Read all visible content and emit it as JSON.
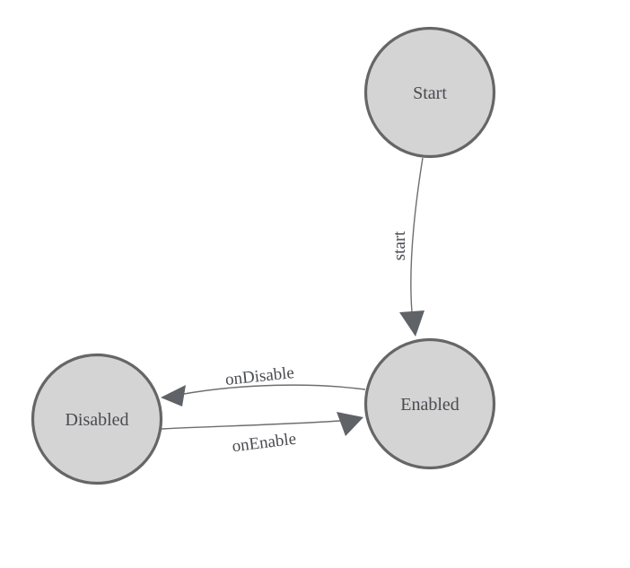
{
  "diagram": {
    "type": "state-machine",
    "states": [
      {
        "id": "start",
        "label": "Start"
      },
      {
        "id": "enabled",
        "label": "Enabled"
      },
      {
        "id": "disabled",
        "label": "Disabled"
      }
    ],
    "transitions": [
      {
        "from": "Start",
        "to": "Enabled",
        "label": "start"
      },
      {
        "from": "Enabled",
        "to": "Disabled",
        "label": "onDisable"
      },
      {
        "from": "Disabled",
        "to": "Enabled",
        "label": "onEnable"
      }
    ]
  },
  "colors": {
    "background": "#ffffff",
    "node_fill": "#d4d4d4",
    "node_stroke": "#666666",
    "edge_stroke": "#6e6e6e",
    "arrow_fill": "#5f6367",
    "text": "#4a4b50"
  }
}
